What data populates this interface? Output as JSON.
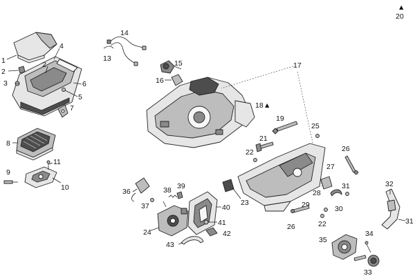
{
  "markers": {
    "triangle": "▲"
  },
  "labels": {
    "p20": "20",
    "p1": "1",
    "p2a": "2",
    "p2b": "2",
    "p3": "3",
    "p4": "4",
    "p5": "5",
    "p6": "6",
    "p7": "7",
    "p8": "8",
    "p9": "9",
    "p10": "10",
    "p11": "11",
    "p13": "13",
    "p14": "14",
    "p15": "15",
    "p16": "16",
    "p17": "17",
    "p18": "18",
    "p19": "19",
    "p21": "21",
    "p22a": "22",
    "p22b": "22",
    "p23": "23",
    "p24": "24",
    "p25": "25",
    "p26a": "26",
    "p26b": "26",
    "p27": "27",
    "p28": "28",
    "p29": "29",
    "p30": "30",
    "p31a": "31",
    "p31b": "31",
    "p32": "32",
    "p33": "33",
    "p34": "34",
    "p35": "35",
    "p36": "36",
    "p37": "37",
    "p38": "38",
    "p39": "39",
    "p40": "40",
    "p41": "41",
    "p42": "42",
    "p43": "43"
  },
  "colors": {
    "line": "#222222",
    "light": "#e6e6e6",
    "mid": "#bdbdbd",
    "dark": "#4d4d4d"
  }
}
